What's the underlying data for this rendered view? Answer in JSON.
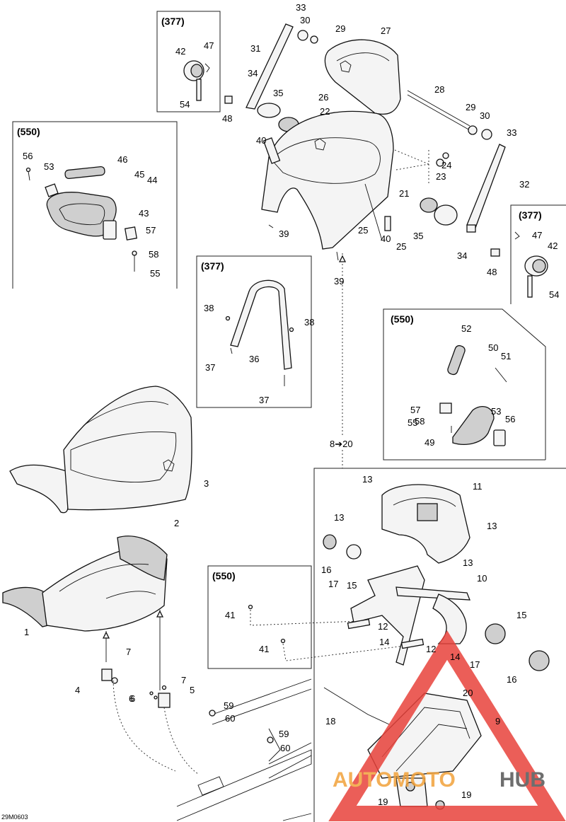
{
  "diagram_code": "29M0603",
  "groups": {
    "g377_top_left": "(377)",
    "g550_left": "(550)",
    "g377_middle": "(377)",
    "g377_right": "(377)",
    "g550_right": "(550)",
    "g550_bottom": "(550)"
  },
  "callout_ref": "8➔20",
  "labels": [
    "1",
    "2",
    "3",
    "4",
    "5",
    "6",
    "6",
    "7",
    "7",
    "9",
    "10",
    "11",
    "12",
    "12",
    "13",
    "13",
    "13",
    "13",
    "14",
    "14",
    "15",
    "15",
    "16",
    "16",
    "17",
    "17",
    "18",
    "19",
    "19",
    "20",
    "21",
    "22",
    "23",
    "24",
    "25",
    "25",
    "26",
    "27",
    "28",
    "29",
    "29",
    "30",
    "30",
    "31",
    "32",
    "33",
    "33",
    "34",
    "34",
    "35",
    "35",
    "36",
    "37",
    "37",
    "38",
    "38",
    "39",
    "39",
    "40",
    "40",
    "41",
    "41",
    "42",
    "42",
    "43",
    "44",
    "45",
    "46",
    "47",
    "47",
    "48",
    "48",
    "49",
    "50",
    "51",
    "52",
    "53",
    "53",
    "54",
    "54",
    "55",
    "55",
    "56",
    "56",
    "57",
    "57",
    "58",
    "58",
    "59",
    "59",
    "60",
    "60"
  ],
  "watermark": {
    "word_a": "AUTOMOTO",
    "word_b": "HUB",
    "color_primary": "#e8423b",
    "color_secondary": "#f2a23a",
    "color_dark": "#555555"
  }
}
